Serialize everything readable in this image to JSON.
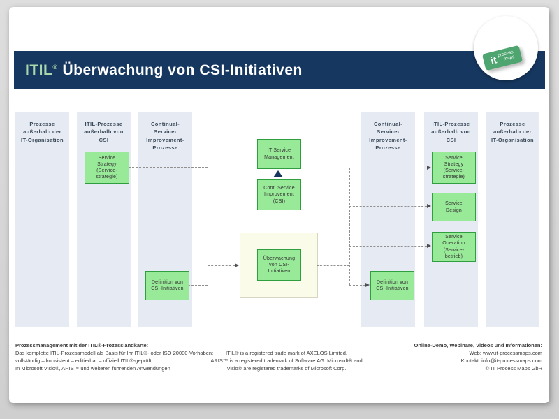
{
  "header": {
    "title_green": "ITIL",
    "title_reg": "®",
    "title_rest": "Überwachung von CSI-Initiativen"
  },
  "logo": {
    "it": "it",
    "line1": "process",
    "line2": "maps"
  },
  "lanes": [
    {
      "label": "Prozesse\naußerhalb der\nIT-Organisation"
    },
    {
      "label": "ITIL-Prozesse\naußerhalb von\nCSI"
    },
    {
      "label": "Continual-\nService-\nImprovement-\nProzesse"
    },
    {
      "label": "Continual-\nService-\nImprovement-\nProzesse"
    },
    {
      "label": "ITIL-Prozesse\naußerhalb von\nCSI"
    },
    {
      "label": "Prozesse\naußerhalb der\nIT-Organisation"
    }
  ],
  "nodes": {
    "service_strategy_left": "Service\nStrategy\n(Service-\nstrategie)",
    "definition_left": "Definition von\nCSI-Initiativen",
    "it_service_management": "IT Service\nManagement",
    "csi": "Cont. Service\nImprovement\n(CSI)",
    "monitoring": "Überwachung\nvon CSI-\nInitiativen",
    "service_strategy_right": "Service\nStrategy\n(Service-\nstrategie)",
    "service_design": "Service\nDesign",
    "service_operation": "Service\nOperation\n(Service-\nbetrieb)",
    "definition_right": "Definition von\nCSI-Initiativen"
  },
  "footer": {
    "left": {
      "line1": "Prozessmanagement mit der ITIL®-Prozesslandkarte:",
      "line2": "Das komplette ITIL-Prozessmodell als Basis für Ihr ITIL®- oder ISO 20000-Vorhaben:",
      "line3": "vollständig – konsistent – editierbar – offiziell ITIL®-geprüft",
      "line4": "In Microsoft Visio®, ARIS™ und weiteren führenden Anwendungen"
    },
    "center": {
      "line1": "ITIL® is a registered trade mark of AXELOS Limited.",
      "line2": "ARIS™ is a registered trademark of Software AG. Microsoft® and",
      "line3": "Visio® are registered trademarks of Microsoft Corp."
    },
    "right": {
      "line1": "Online-Demo, Webinare, Videos und Informationen:",
      "line2": "Web: www.it-processmaps.com",
      "line3": "Kontakt: info@it-processmaps.com",
      "line4": "© IT Process Maps GbR"
    }
  },
  "colors": {
    "header_bg": "#16375f",
    "title_green": "#a8d8ab",
    "lane_bg": "#e6ebf3",
    "node_fill": "#98e998",
    "node_border": "#2f9e3f",
    "cream_bg": "#fbfbe9",
    "badge_green": "#4ea56f",
    "connector": "#909090"
  }
}
